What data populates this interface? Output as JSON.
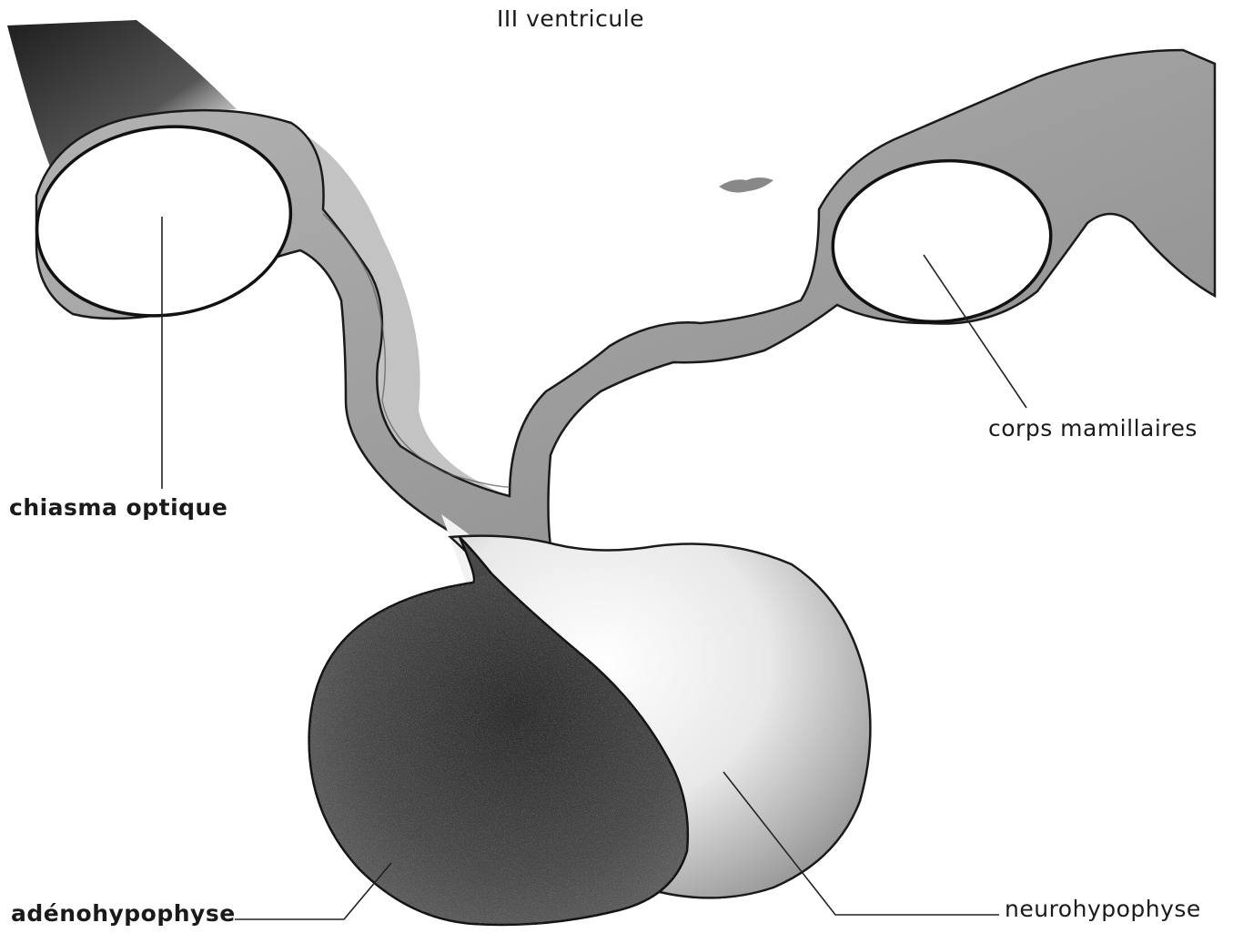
{
  "labels": {
    "third_ventricle": "III ventricule",
    "optic_chiasm": "chiasma optique",
    "mammillary_bodies": "corps mamillaires",
    "adenohypophysis": "adénohypophyse",
    "neurohypophysis": "neurohypophyse"
  },
  "colors": {
    "ink": "#1a1a1a",
    "tissue_gray": "#9c9c9c",
    "dark_stipple": "#3a3a3a",
    "paper": "#ffffff"
  }
}
